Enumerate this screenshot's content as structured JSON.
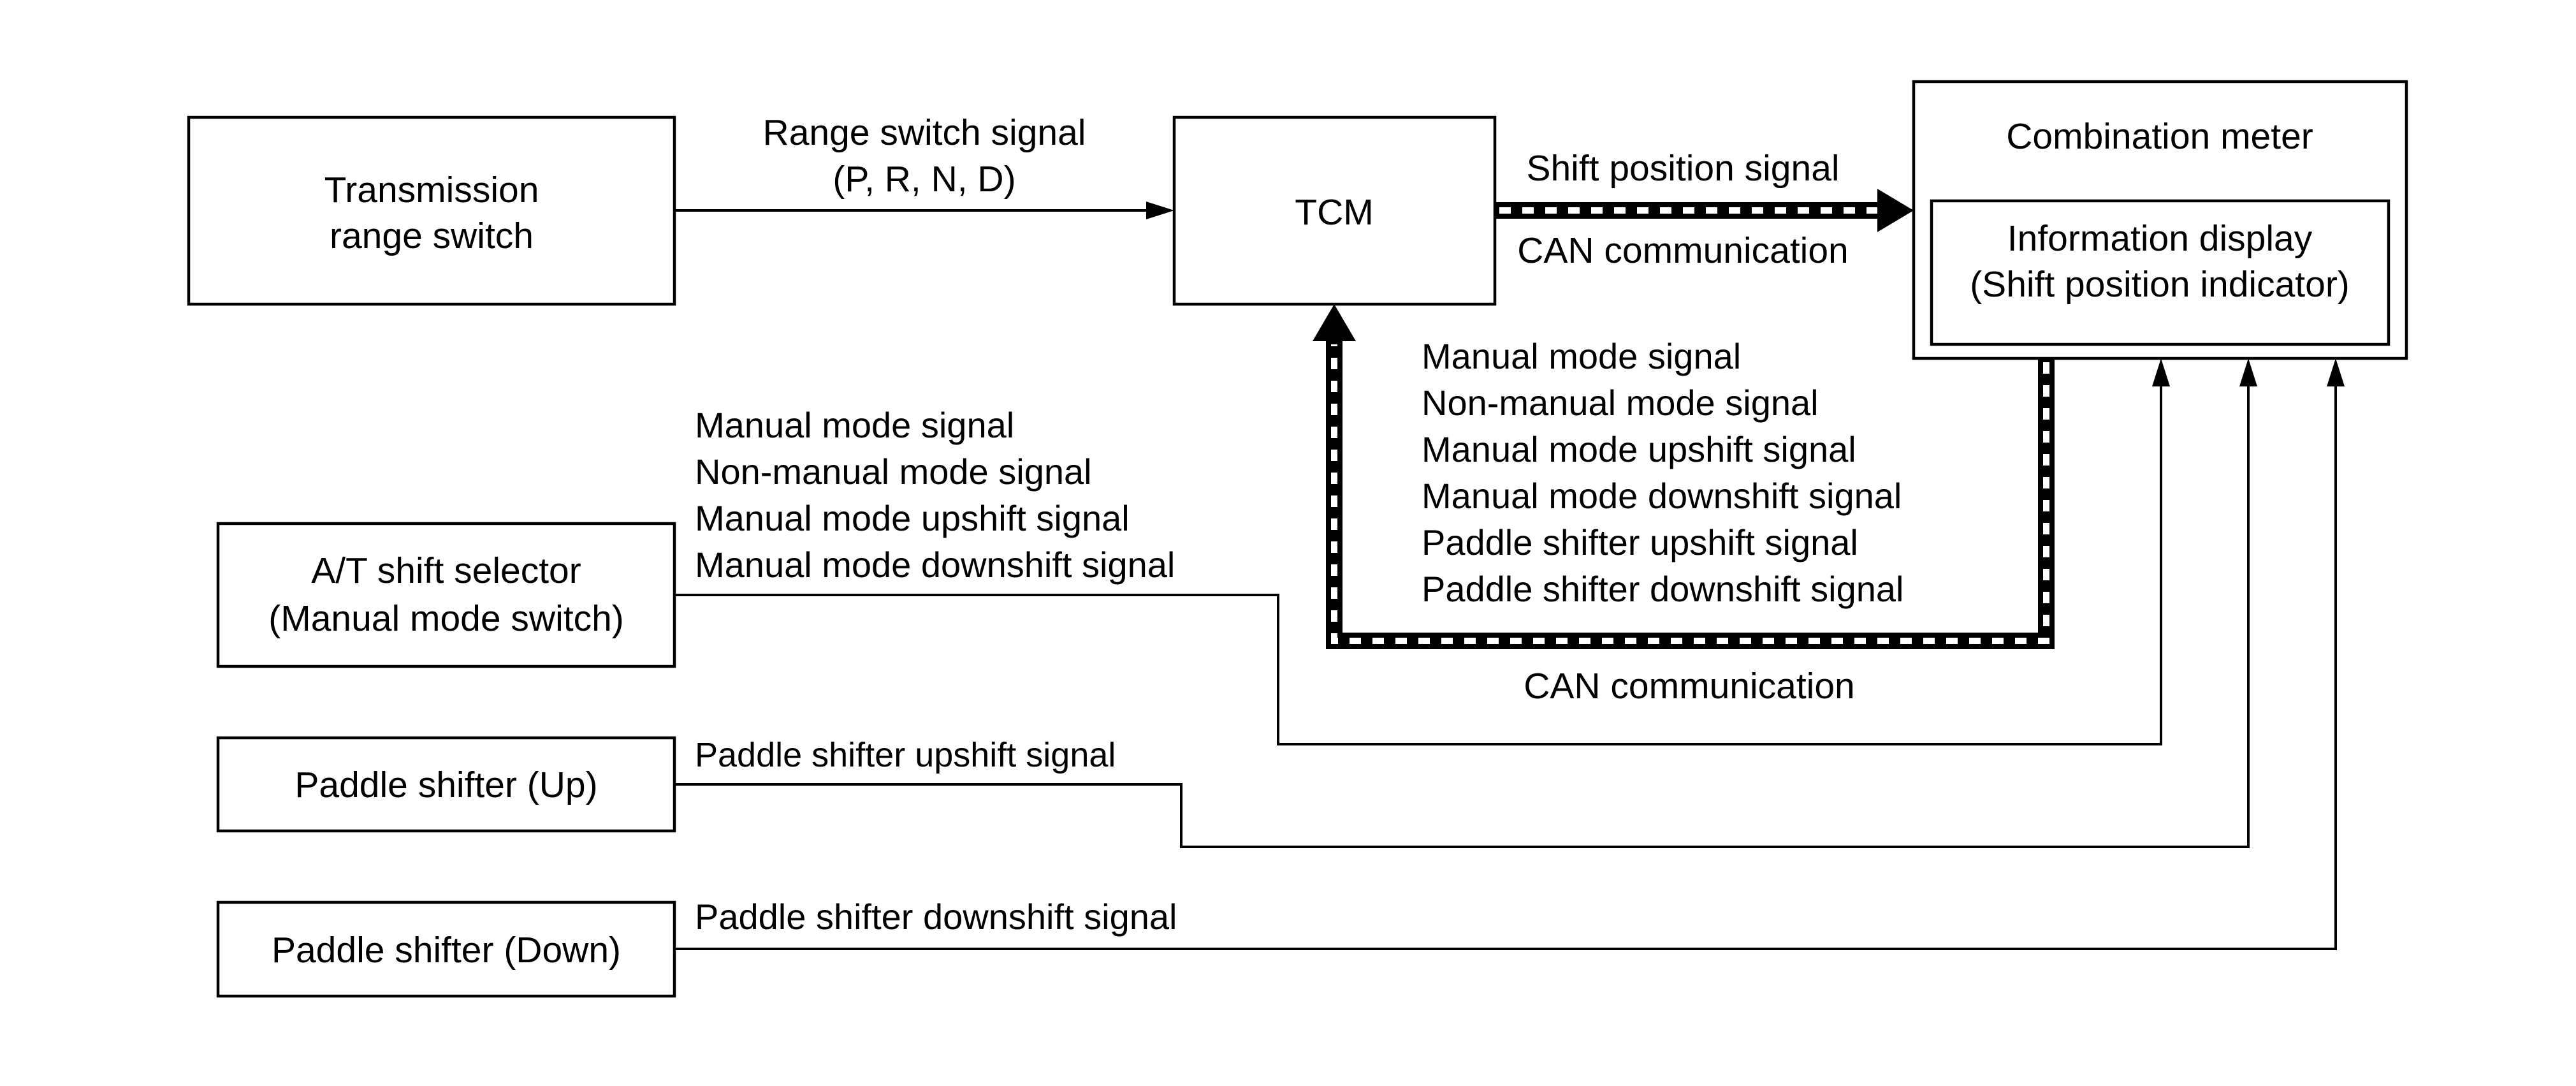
{
  "boxes": {
    "transmission_range_switch": [
      "Transmission",
      "range switch"
    ],
    "tcm": "TCM",
    "combination_meter": "Combination meter",
    "information_display": [
      "Information display",
      "(Shift position indicator)"
    ],
    "at_shift_selector": [
      "A/T shift selector",
      "(Manual mode switch)"
    ],
    "paddle_shifter_up": "Paddle shifter (Up)",
    "paddle_shifter_down": "Paddle shifter (Down)"
  },
  "signals": {
    "range_switch": [
      "Range switch signal",
      "(P, R, N, D)"
    ],
    "shift_position": "Shift position signal",
    "can_top": "CAN communication",
    "can_bottom": "CAN communication",
    "meter_to_tcm": [
      "Manual mode signal",
      "Non-manual mode signal",
      "Manual mode upshift signal",
      "Manual mode downshift signal",
      "Paddle shifter upshift signal",
      "Paddle shifter downshift signal"
    ],
    "selector_to_meter": [
      "Manual mode signal",
      "Non-manual mode signal",
      "Manual mode upshift signal",
      "Manual mode downshift signal"
    ],
    "paddle_up": "Paddle shifter upshift signal",
    "paddle_down": "Paddle shifter downshift signal"
  },
  "colors": {
    "line": "#000000",
    "background": "#ffffff",
    "bus_dash": "#ffffff"
  }
}
